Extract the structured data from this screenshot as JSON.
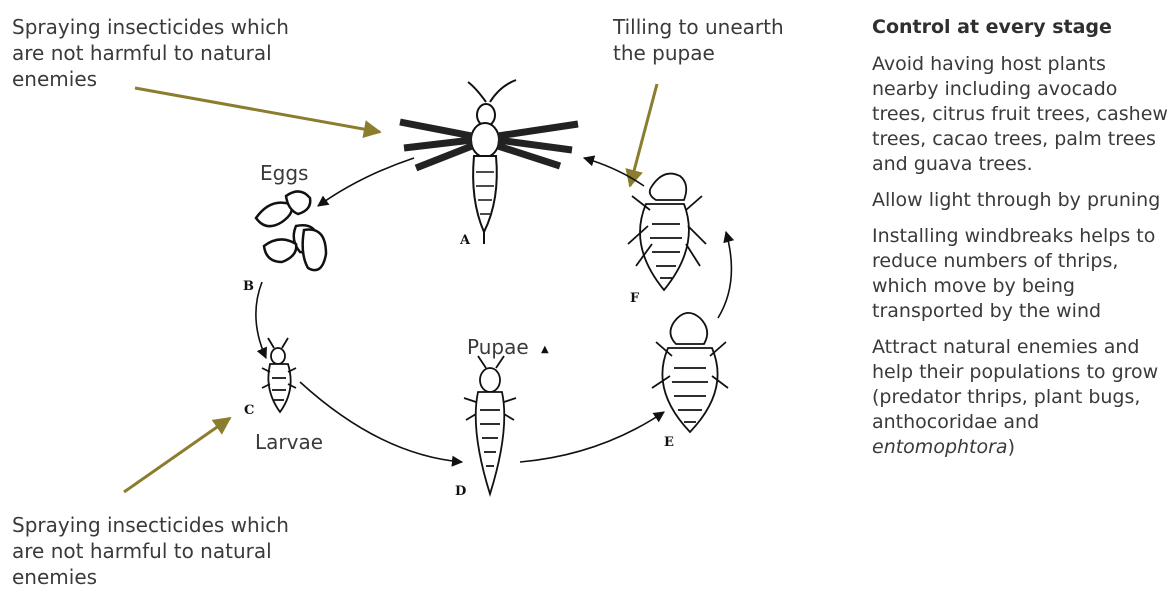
{
  "annotations": {
    "spray_top": "Spraying insecticides which are not harmful to natural enemies",
    "tilling": "Tilling to unearth the pupae",
    "spray_bottom": "Spraying insecticides which are not harmful to natural enemies"
  },
  "stages": {
    "eggs": "Eggs",
    "larvae": "Larvae",
    "pupae": "Pupae"
  },
  "letters": {
    "a": "A",
    "b": "B",
    "c": "C",
    "d": "D",
    "e": "E",
    "f": "F"
  },
  "sidebar": {
    "title": "Control at every stage",
    "item_1": "Avoid having host plants nearby including avocado trees, citrus fruit trees, cashew trees, cacao trees, palm trees and guava trees.",
    "item_2": "Allow light through by pruning",
    "item_3": "Installing windbreaks helps to reduce numbers of thrips, which move by being transported by the wind",
    "item_4_prefix": "Attract natural enemies and help their populations to grow (predator thrips, plant bugs, anthocoridae and ",
    "item_4_italic": "entomophtora",
    "item_4_suffix": ")"
  },
  "colors": {
    "arrow": "#8a7d2e",
    "text": "#3a3a3a",
    "line": "#111111"
  }
}
